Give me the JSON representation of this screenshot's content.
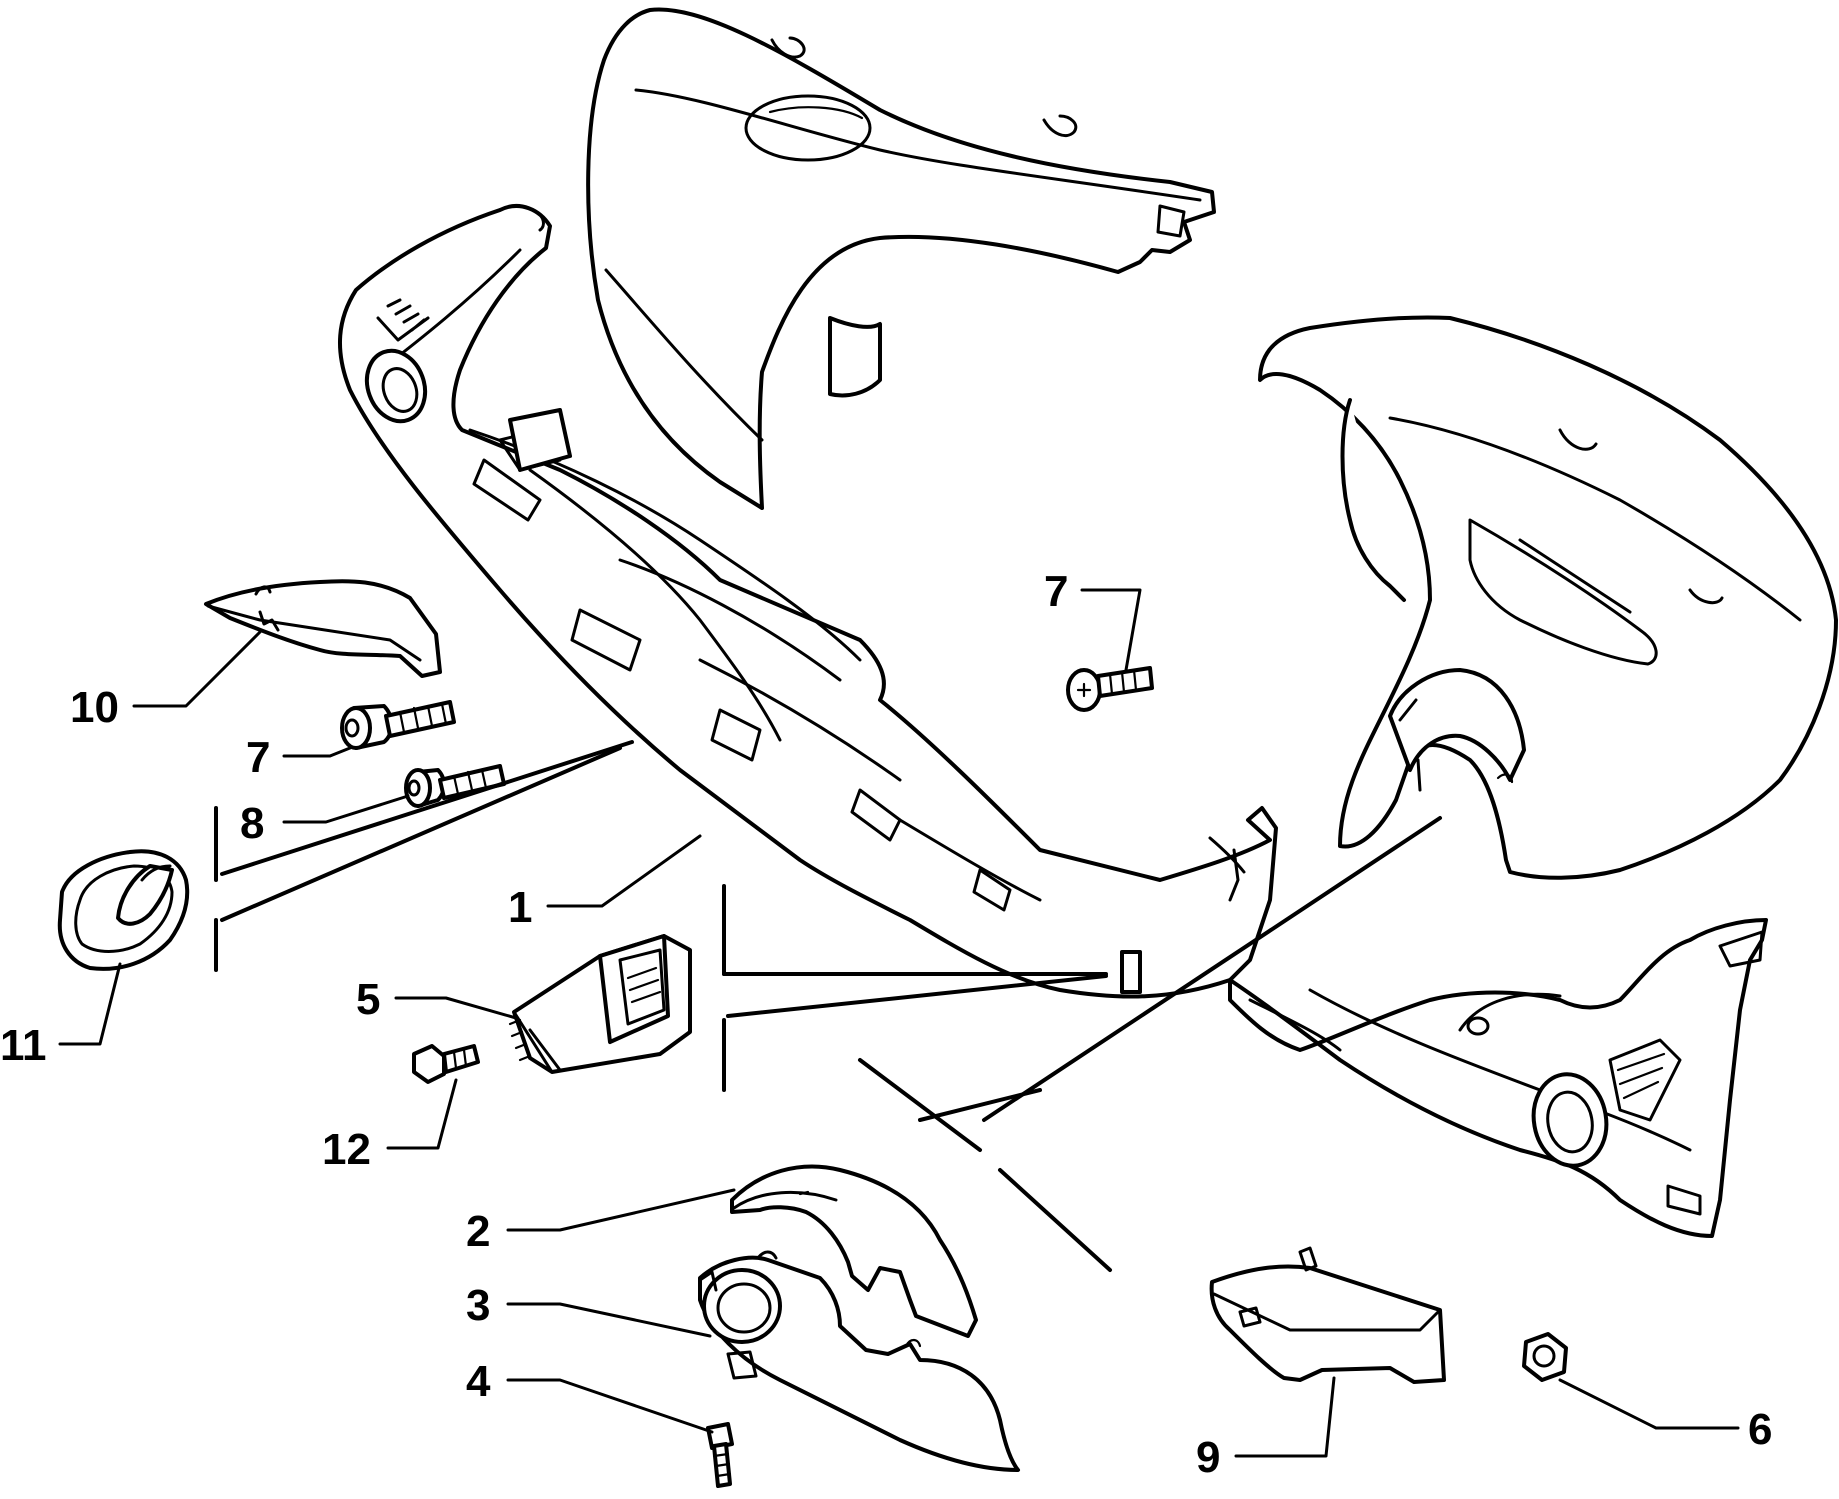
{
  "colors": {
    "line": "#000000",
    "background": "#ffffff"
  },
  "callouts": [
    {
      "id": "1",
      "label": "1"
    },
    {
      "id": "2",
      "label": "2"
    },
    {
      "id": "3",
      "label": "3"
    },
    {
      "id": "4",
      "label": "4"
    },
    {
      "id": "5",
      "label": "5"
    },
    {
      "id": "6",
      "label": "6"
    },
    {
      "id": "7a",
      "label": "7"
    },
    {
      "id": "7b",
      "label": "7"
    },
    {
      "id": "8",
      "label": "8"
    },
    {
      "id": "9",
      "label": "9"
    },
    {
      "id": "10",
      "label": "10"
    },
    {
      "id": "11",
      "label": "11"
    },
    {
      "id": "12",
      "label": "12"
    }
  ]
}
